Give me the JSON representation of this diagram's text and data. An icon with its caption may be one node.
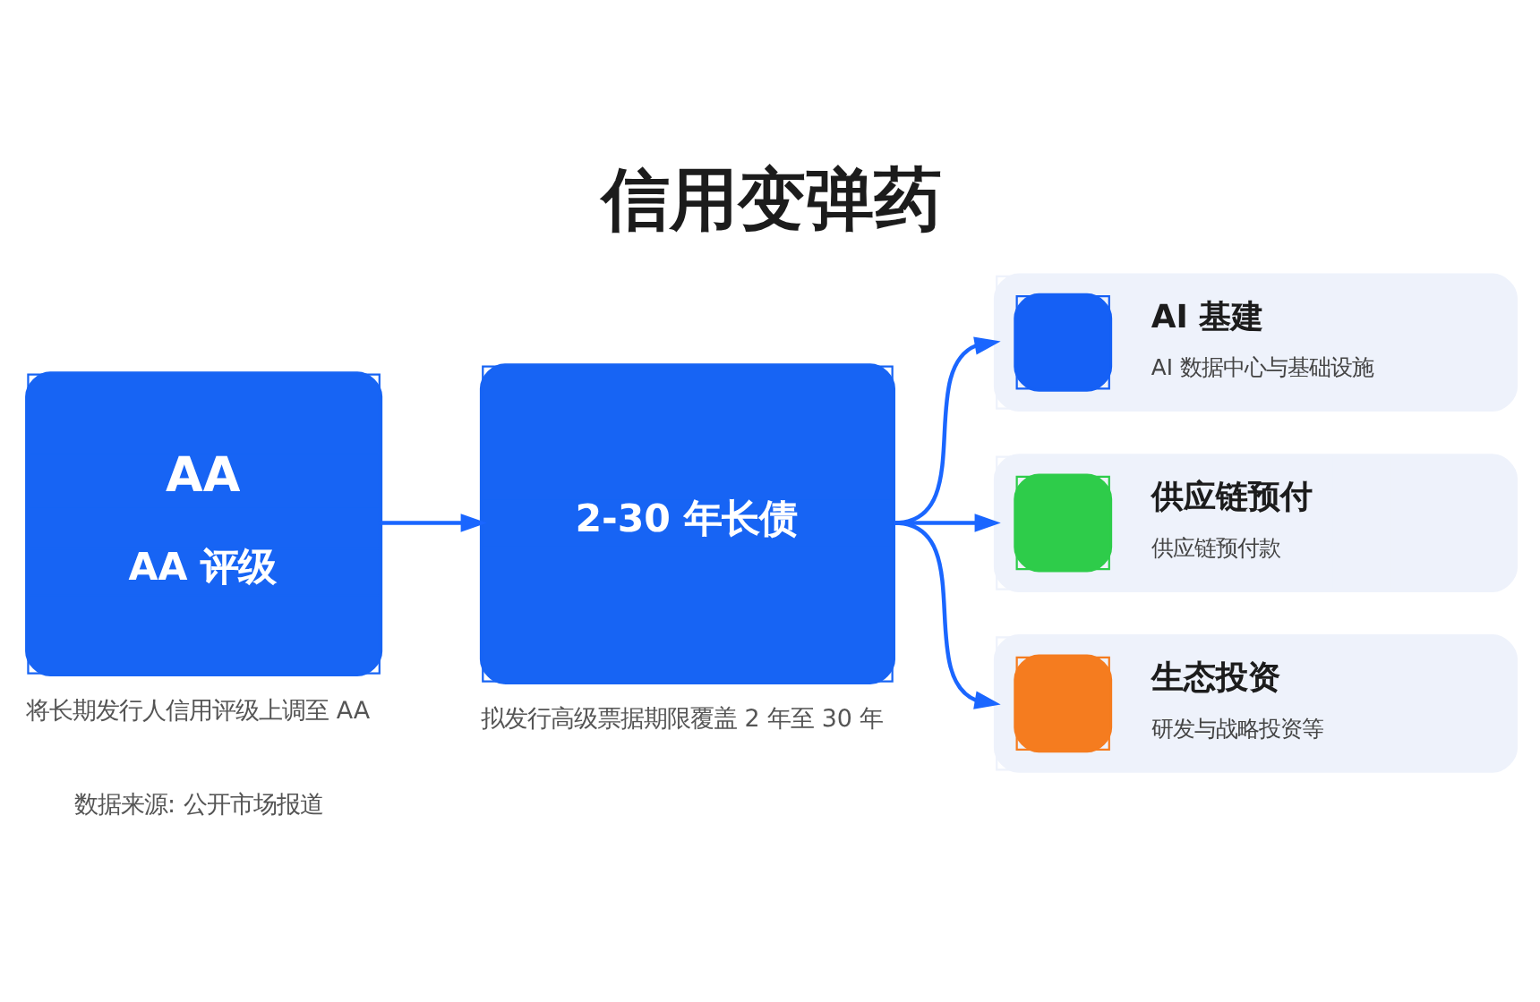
{
  "diagram": {
    "title": "信用变弹药",
    "caption": "数据来源: 公开市场报道",
    "nodes": [
      {
        "text": [
          "AA",
          "AA 评级"
        ],
        "beside": [
          "将长期发行人信用评级上调至 AA"
        ]
      },
      {
        "text": [
          "2-30 年长债"
        ],
        "beside": [
          "拟发行高级票据期限覆盖 2 年至 30 年"
        ]
      },
      {
        "text": [
          "AI 基建",
          "AI 数据中心与基础设施"
        ]
      },
      {
        "text": [
          "供应链预付",
          "供应链预付款"
        ]
      },
      {
        "text": [
          "生态投资",
          "研发与战略投资等"
        ]
      }
    ],
    "edges": [
      {
        "from": 0,
        "to": 1,
        "arrow": "to"
      },
      {
        "from": 1,
        "to": 2,
        "arrow": "to"
      },
      {
        "from": 1,
        "to": 3,
        "arrow": "to"
      },
      {
        "from": 1,
        "to": 4,
        "arrow": "to"
      }
    ]
  }
}
